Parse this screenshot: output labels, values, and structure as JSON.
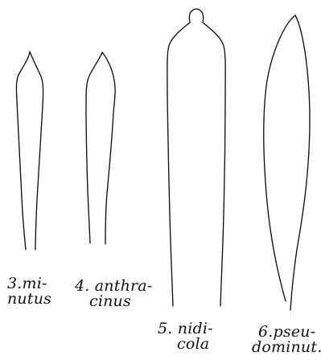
{
  "figure": {
    "stroke_color": "#111111",
    "items": [
      {
        "id": "specimen-3",
        "lines": [
          "3.mi-",
          "nutus"
        ]
      },
      {
        "id": "specimen-4",
        "lines": [
          "4. anthra-",
          "cinus"
        ]
      },
      {
        "id": "specimen-5",
        "lines": [
          "5. nidi-",
          "cola"
        ]
      },
      {
        "id": "specimen-6",
        "lines": [
          "6.pseu-",
          "dominut."
        ]
      }
    ]
  }
}
